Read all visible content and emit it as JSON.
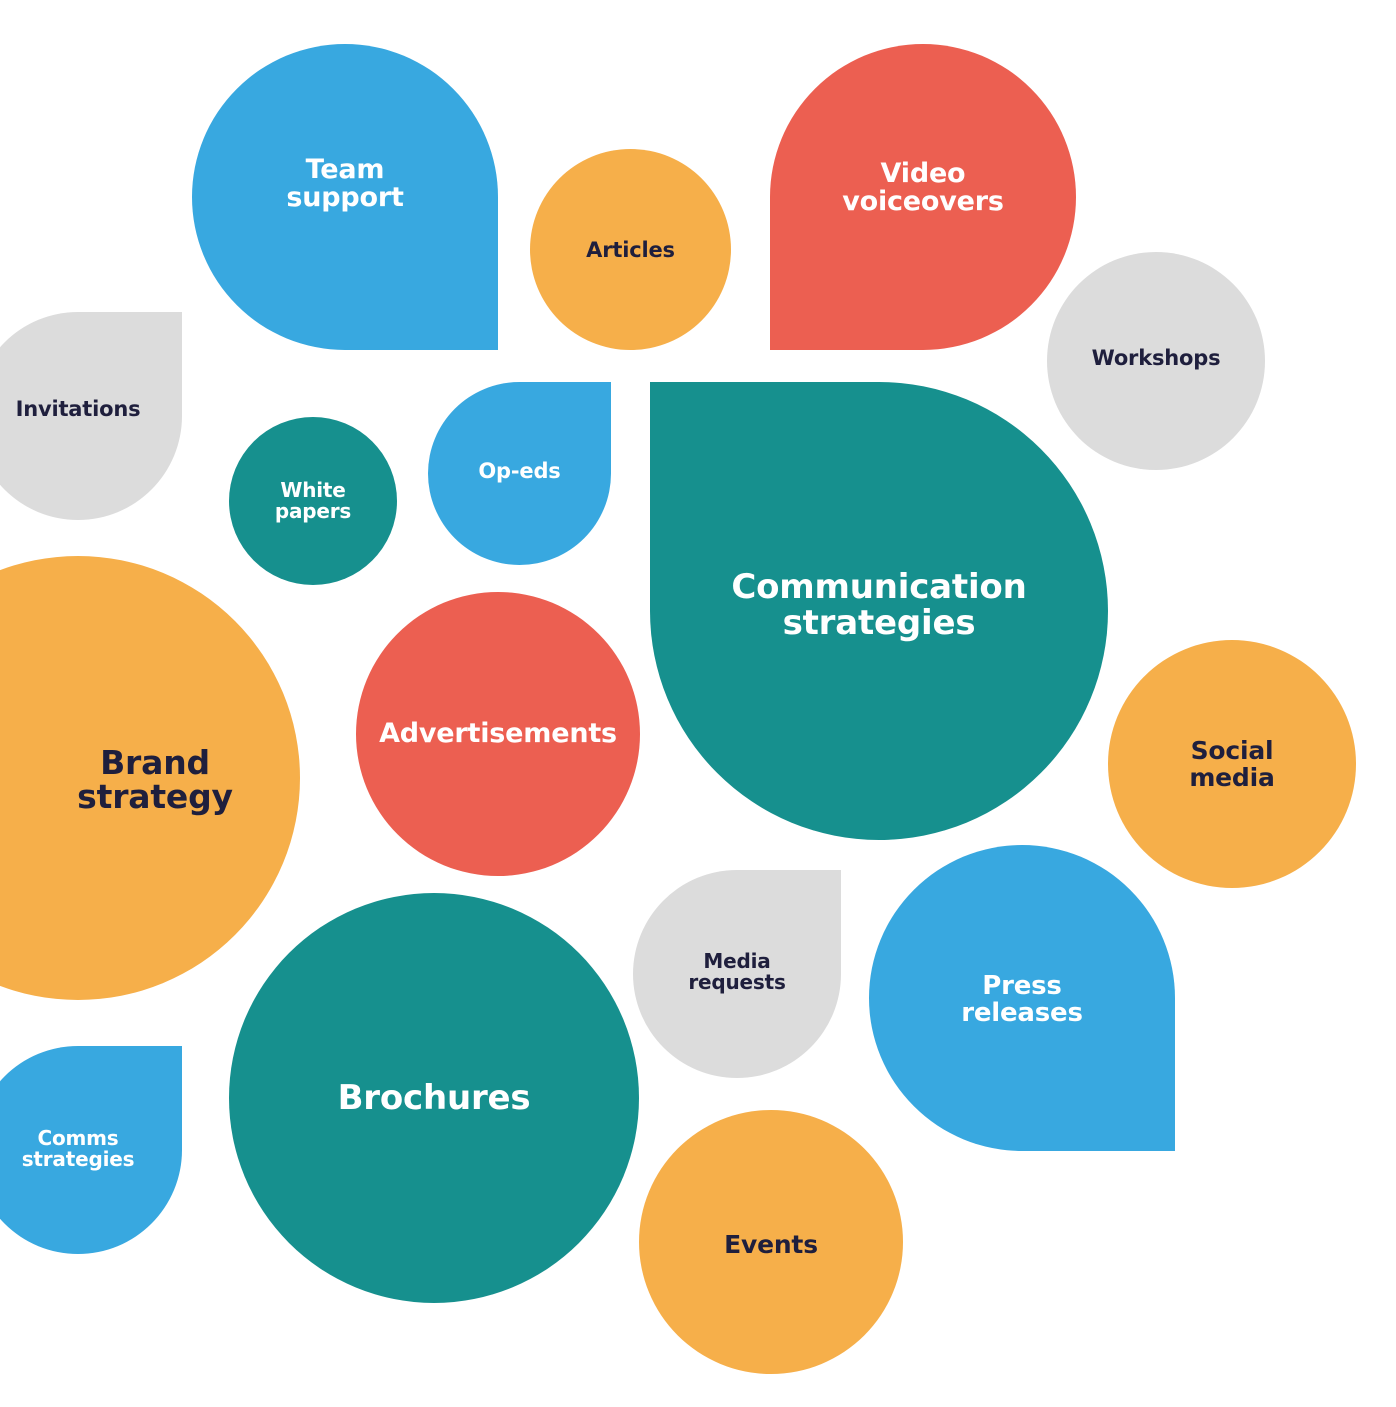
{
  "diagram": {
    "bubbles": [
      {
        "id": "team",
        "label": "Team\nsupport",
        "color": "#38a8e0"
      },
      {
        "id": "articles",
        "label": "Articles",
        "color": "#f6af4a"
      },
      {
        "id": "video",
        "label": "Video\nvoiceovers",
        "color": "#ec5f51"
      },
      {
        "id": "workshops",
        "label": "Workshops",
        "color": "#dcdcdc"
      },
      {
        "id": "invitations",
        "label": "Invitations",
        "color": "#dcdcdc"
      },
      {
        "id": "whitepapers",
        "label": "White\npapers",
        "color": "#16908e"
      },
      {
        "id": "opeds",
        "label": "Op-eds",
        "color": "#38a8e0"
      },
      {
        "id": "comm",
        "label": "Communication\nstrategies",
        "color": "#16908e"
      },
      {
        "id": "brand",
        "label": "Brand\nstrategy",
        "color": "#f6af4a"
      },
      {
        "id": "ads",
        "label": "Advertisements",
        "color": "#ec5f51"
      },
      {
        "id": "social",
        "label": "Social\nmedia",
        "color": "#f6af4a"
      },
      {
        "id": "media",
        "label": "Media\nrequests",
        "color": "#dcdcdc"
      },
      {
        "id": "press",
        "label": "Press\nreleases",
        "color": "#38a8e0"
      },
      {
        "id": "comms",
        "label": "Comms\nstrategies",
        "color": "#38a8e0"
      },
      {
        "id": "brochures",
        "label": "Brochures",
        "color": "#16908e"
      },
      {
        "id": "events",
        "label": "Events",
        "color": "#f6af4a"
      }
    ]
  }
}
